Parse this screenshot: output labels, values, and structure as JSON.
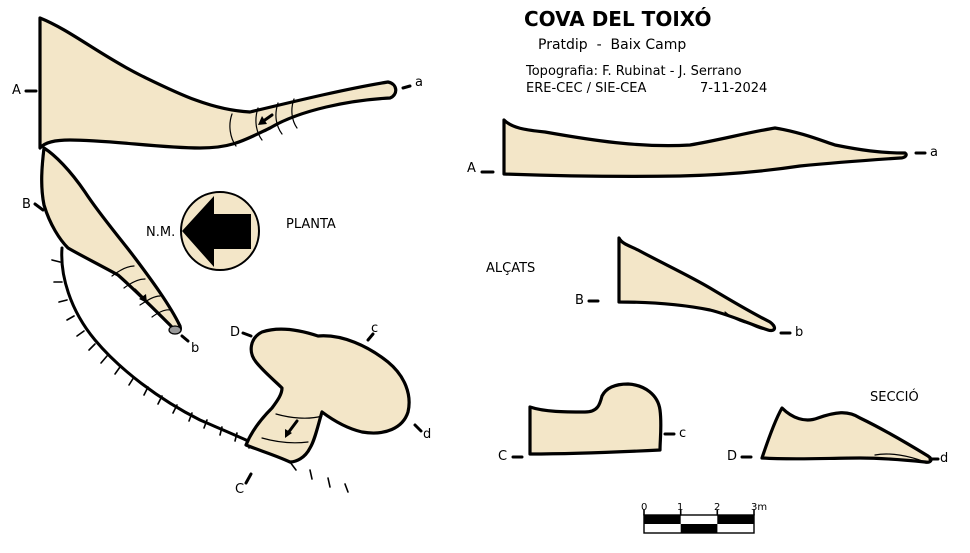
{
  "header": {
    "title": "COVA DEL TOIXÓ",
    "location": "Pratdip  -  Baix Camp",
    "survey": "Topografia: F. Rubinat - J. Serrano",
    "group": "ERE-CEC / SIE-CEA",
    "date": "7-11-2024"
  },
  "sections": {
    "plan": "PLANTA",
    "elevations": "ALÇATS",
    "cross_section": "SECCIÓ"
  },
  "north": {
    "label": "N.M."
  },
  "plan_labels": {
    "A": "A",
    "a": "a",
    "B": "B",
    "b": "b",
    "C": "C",
    "c": "c",
    "D": "D",
    "d": "d"
  },
  "elevation_labels": {
    "A": "A",
    "a": "a",
    "B": "B",
    "b": "b",
    "C": "C",
    "c": "c",
    "D": "D",
    "d": "d"
  },
  "scale": {
    "ticks": [
      "0",
      "1",
      "2",
      "3m"
    ]
  },
  "colors": {
    "cave_fill": "#f3e6c8",
    "outline": "#000000",
    "background": "#ffffff"
  }
}
